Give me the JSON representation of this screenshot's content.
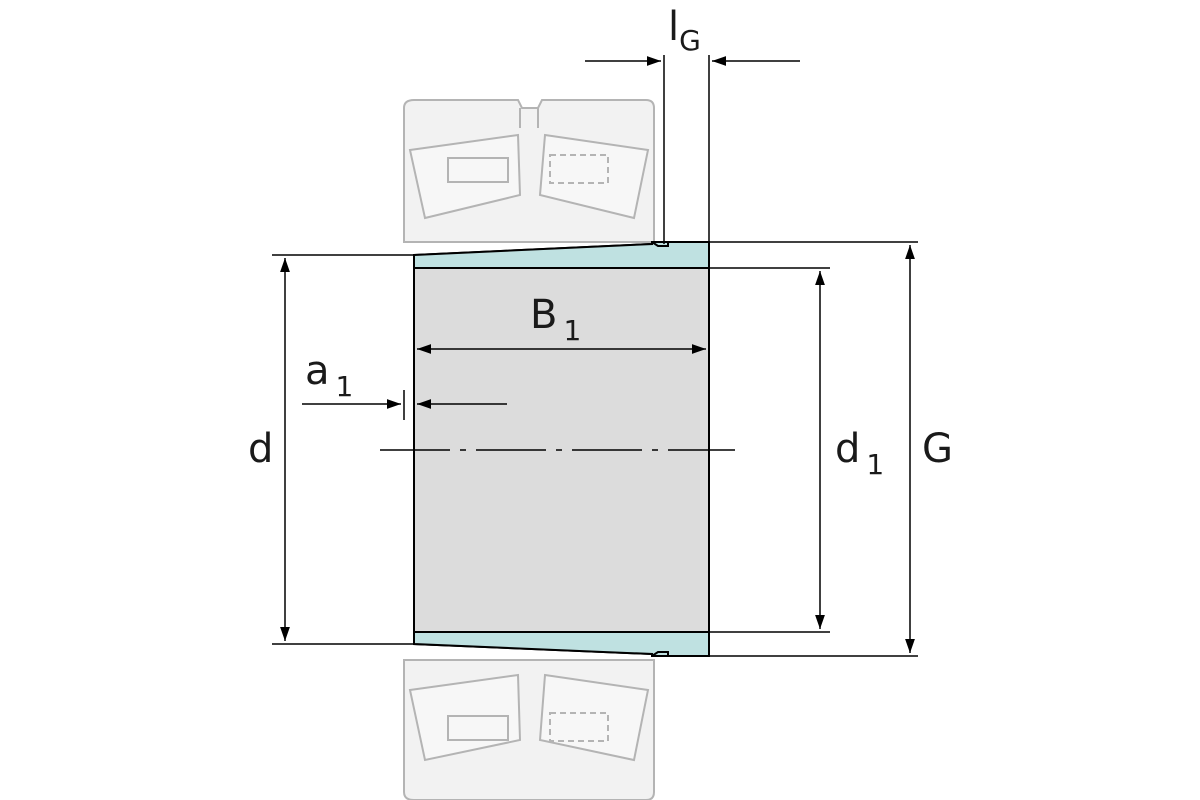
{
  "labels": {
    "lG": {
      "main": "l",
      "sub": "G"
    },
    "B1": {
      "main": "B",
      "sub": "1"
    },
    "a1": {
      "main": "a",
      "sub": "1"
    },
    "d": {
      "main": "d"
    },
    "d1": {
      "main": "d",
      "sub": "1"
    },
    "G": {
      "main": "G"
    }
  },
  "colors": {
    "line": "#000000",
    "ghost_fill": "#f2f2f2",
    "ghost_stroke": "#b4b4b4",
    "sleeve_fill": "#dcdcdc",
    "taper_fill": "#bfe1e1"
  }
}
